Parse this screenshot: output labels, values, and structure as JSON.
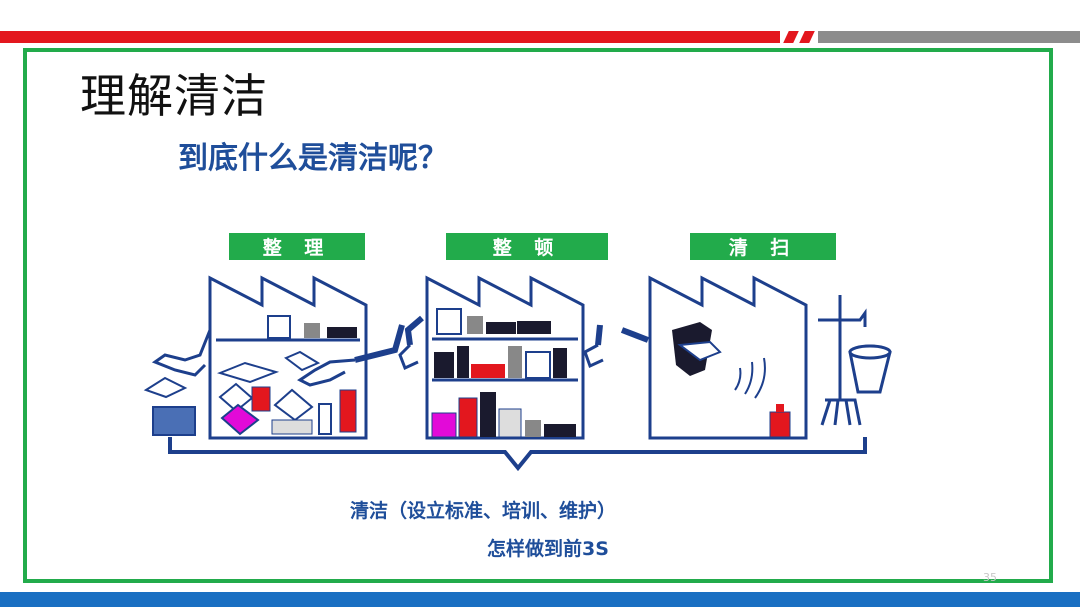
{
  "slide": {
    "title": "理解清洁",
    "subtitle": "到底什么是清洁呢？",
    "page_number": "35"
  },
  "stages": [
    {
      "label": "整 理"
    },
    {
      "label": "整 顿"
    },
    {
      "label": "清 扫"
    }
  ],
  "captions": {
    "line1": "清洁（设立标准、培训、维护）",
    "line2": "怎样做到前3S"
  },
  "colors": {
    "accent_red": "#e3171e",
    "frame_green": "#22ab4b",
    "text_blue": "#1f4e9a",
    "bottom_blue": "#1a6fc2",
    "outline_navy": "#1d3f8c"
  }
}
